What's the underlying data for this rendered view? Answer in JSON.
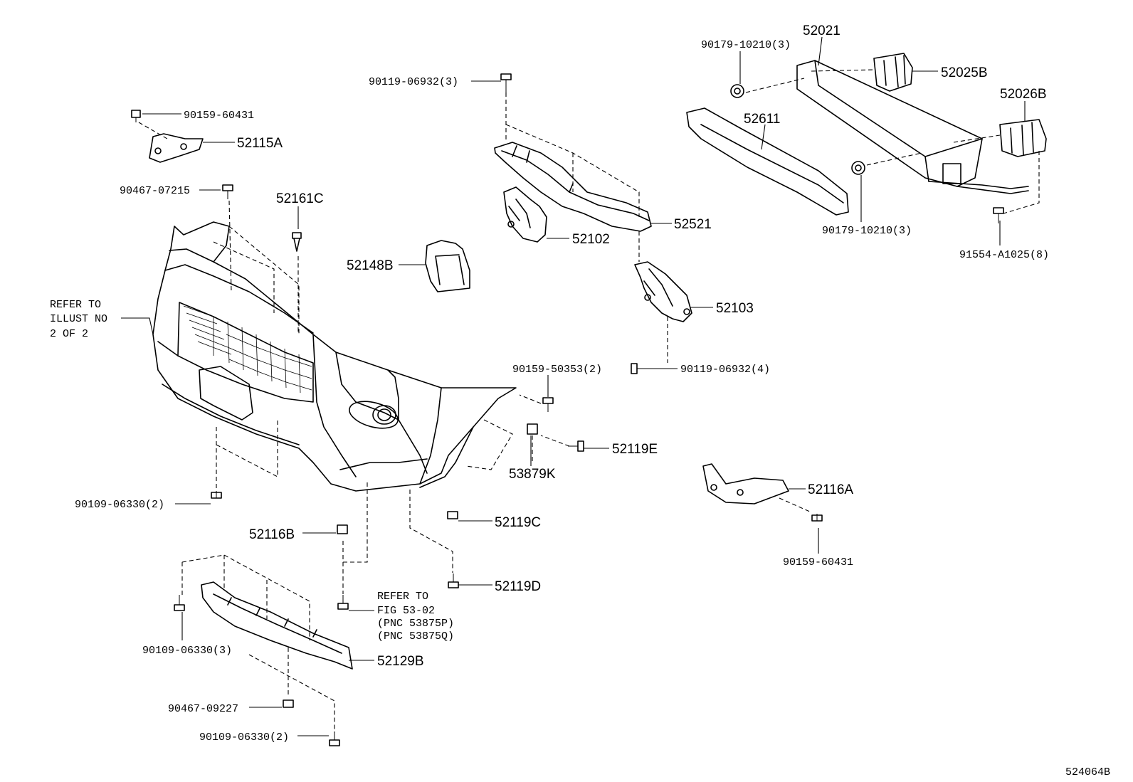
{
  "diagram_id": "524064B",
  "labels": {
    "p90159_60431_top": "90159-60431",
    "p52115A": "52115A",
    "p90467_07215": "90467-07215",
    "p52161C": "52161C",
    "refer_illust_1": "REFER TO",
    "refer_illust_2": "ILLUST NO",
    "refer_illust_3": "2 OF 2",
    "p90109_06330_2a": "90109-06330(2)",
    "p90119_06932_3": "90119-06932(3)",
    "p52148B": "52148B",
    "p52102": "52102",
    "p52521": "52521",
    "p52103": "52103",
    "p90119_06932_4": "90119-06932(4)",
    "p90159_50353_2": "90159-50353(2)",
    "p52119E": "52119E",
    "p53879K": "53879K",
    "p52021": "52021",
    "p90179_10210_3a": "90179-10210(3)",
    "p52025B": "52025B",
    "p52026B": "52026B",
    "p52611": "52611",
    "p90179_10210_3b": "90179-10210(3)",
    "p91554_A1025_8": "91554-A1025(8)",
    "p52116A": "52116A",
    "p90159_60431_bot": "90159-60431",
    "p52116B": "52116B",
    "p52119C": "52119C",
    "p52119D": "52119D",
    "refer_fig_1": "REFER TO",
    "refer_fig_2": "FIG 53-02",
    "refer_fig_3": "(PNC 53875P)",
    "refer_fig_4": "(PNC 53875Q)",
    "p90109_06330_3": "90109-06330(3)",
    "p52129B": "52129B",
    "p90467_09227": "90467-09227",
    "p90109_06330_2b": "90109-06330(2)"
  }
}
